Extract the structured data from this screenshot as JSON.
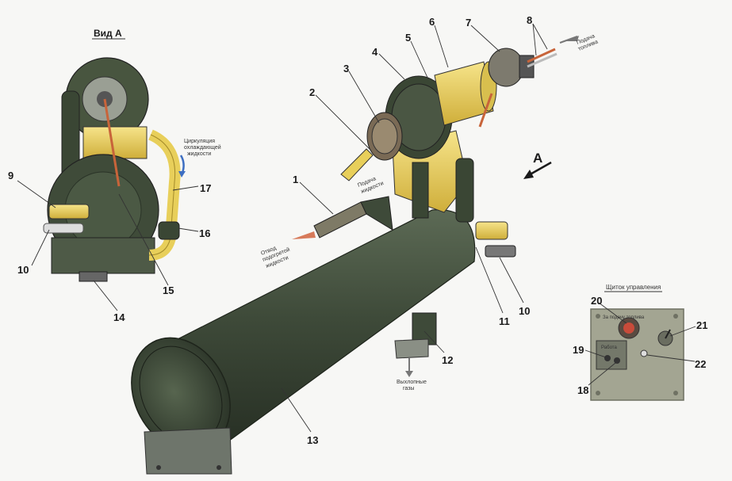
{
  "view_a": {
    "title": "Вид А",
    "circulation_caption_1": "Циркуляция",
    "circulation_caption_2": "охлаждающей",
    "circulation_caption_3": "жидкости"
  },
  "main": {
    "arrow_a": "А",
    "fuel_1": "Подача",
    "fuel_2": "топлива",
    "liquid_in_1": "Подача",
    "liquid_in_2": "жидкости",
    "liquid_out_1": "Отвод",
    "liquid_out_2": "подогретой",
    "liquid_out_3": "жидкости",
    "exhaust_1": "Выхлопные",
    "exhaust_2": "газы"
  },
  "panel": {
    "title": "Щиток управления",
    "knob_label": "За подачу топлива",
    "switch_label": "Работа"
  },
  "labels": {
    "n1": "1",
    "n2": "2",
    "n3": "3",
    "n4": "4",
    "n5": "5",
    "n6": "6",
    "n7": "7",
    "n8": "8",
    "n9": "9",
    "n10a": "10",
    "n10b": "10",
    "n11": "11",
    "n12": "12",
    "n13": "13",
    "n14": "14",
    "n15": "15",
    "n16": "16",
    "n17": "17",
    "n18": "18",
    "n19": "19",
    "n20": "20",
    "n21": "21",
    "n22": "22"
  },
  "colors": {
    "body_green": "#3e4a39",
    "yellow": "#e8cf5a",
    "copper": "#c8643a",
    "panel": "#a3a592"
  }
}
